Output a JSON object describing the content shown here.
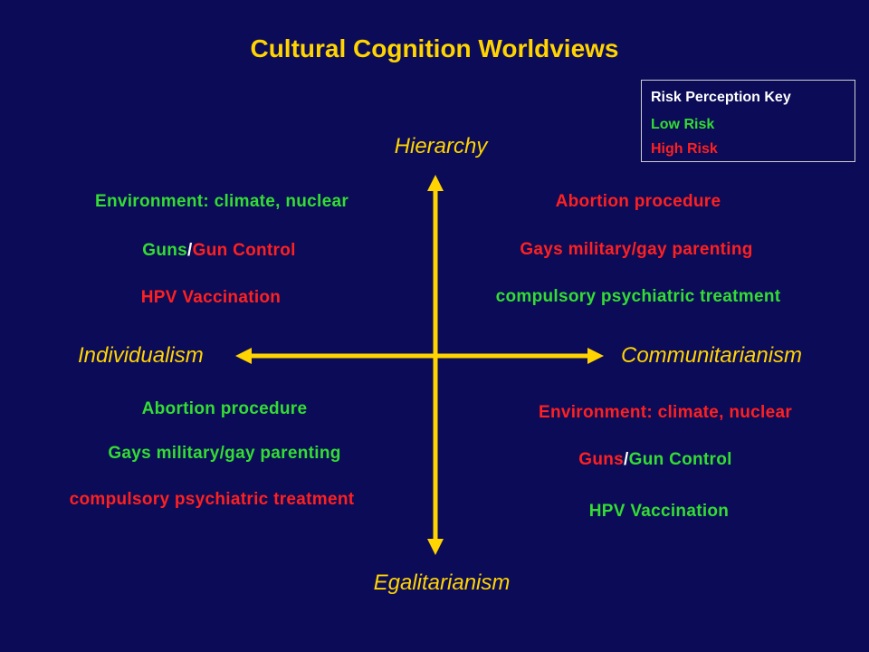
{
  "title": "Cultural Cognition Worldviews",
  "colors": {
    "background": "#0b0b57",
    "accent": "#ffd400",
    "low_risk": "#33dd33",
    "high_risk": "#ff2020",
    "separator": "#ffffff"
  },
  "key": {
    "title": "Risk Perception Key",
    "low": "Low Risk",
    "high": "High Risk"
  },
  "axes": {
    "top": "Hierarchy",
    "bottom": "Egalitarianism",
    "left": "Individualism",
    "right": "Communitarianism"
  },
  "quadrants": {
    "hierarchy_individualism": {
      "environment": "Environment: climate, nuclear",
      "guns_a": "Guns",
      "guns_sep": "/",
      "guns_b": "Gun Control",
      "hpv": "HPV Vaccination"
    },
    "hierarchy_communitarianism": {
      "abortion": "Abortion procedure",
      "gays": "Gays military/gay parenting",
      "psych": "compulsory psychiatric treatment"
    },
    "egalitarianism_individualism": {
      "abortion": "Abortion procedure",
      "gays": "Gays military/gay parenting",
      "psych": "compulsory psychiatric treatment"
    },
    "egalitarianism_communitarianism": {
      "environment": "Environment: climate, nuclear",
      "guns_a": "Guns",
      "guns_sep": "/",
      "guns_b": "Gun Control",
      "hpv": "HPV Vaccination"
    }
  }
}
